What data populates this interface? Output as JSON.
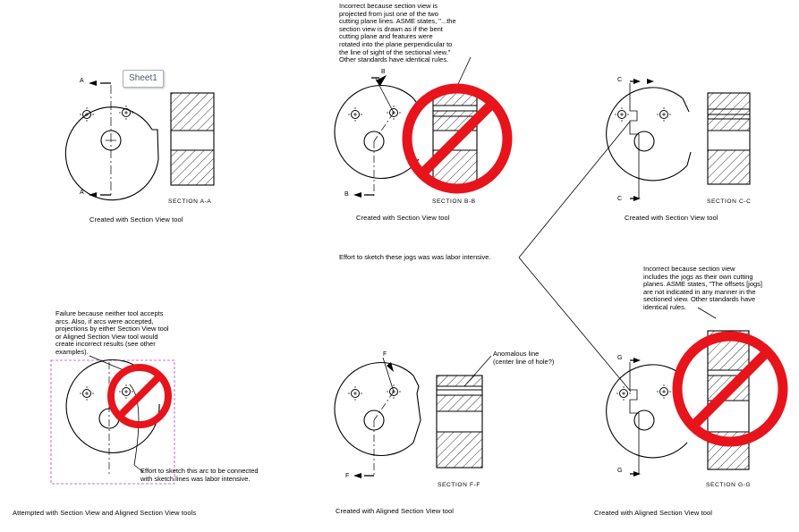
{
  "tooltip": {
    "label": "Sheet1"
  },
  "notes": {
    "bb_note": "Incorrect because section view is\nprojected from just one of the two\ncutting plane lines.  ASME states, \"...the\nsection view is drawn as if the bent\ncutting plane and features were\nrotated into the plane perpendicular to\nthe line of sight of the sectional view.\"\nOther standards have identical rules.",
    "gg_note": "Incorrect because section view\nincludes the jogs as their own cutting\nplanes.  ASME states, \"The offsets [jogs]\nare not indicated in any manner in the\nsectioned view.  Other standards have\nidentical rules.",
    "failure_note": "Failure because neither tool accepts\narcs.  Also, if arcs were accepted,\nprojections by either Section View tool\nor Aligned Section View tool would\ncreate incorrect results (see other\nexamples).",
    "jogs_note": "Effort to sketch these jogs was was labor intensive.",
    "arc_note": "Effort to sketch this arc to be connected\nwith sketch lines was labor intensive.",
    "anomalous_note": "Anomalous line\n(center line of hole?)"
  },
  "captions": {
    "aa": "Created with Section View tool",
    "bb": "Created with Section View tool",
    "cc": "Created with Section View tool",
    "attempted": "Attempted with Section View and Aligned Section View tools",
    "ff": "Created with Aligned Section View tool",
    "gg": "Created with Aligned Section View tool"
  },
  "section_titles": {
    "aa": "SECTION A-A",
    "bb": "SECTION B-B",
    "cc": "SECTION C-C",
    "ff": "SECTION F-F",
    "gg": "SECTION G-G"
  },
  "cut_labels": {
    "a_top": "A",
    "a_bot": "A",
    "b_top": "B",
    "b_bot": "B",
    "c_top": "C",
    "c_bot": "C",
    "f_top": "F",
    "f_bot": "F",
    "g_top": "G",
    "g_bot": "G"
  },
  "colors": {
    "prohibit_red": "#e8141b",
    "selection_magenta": "#c040c0"
  }
}
